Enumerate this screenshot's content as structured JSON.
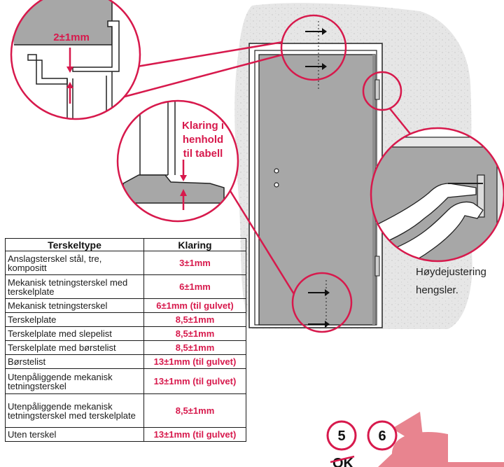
{
  "callouts": {
    "gap_top": "2±1mm",
    "clearance_line1": "Klaring i",
    "clearance_line2": "henhold",
    "clearance_line3": "til tabell"
  },
  "caption": {
    "line1": "Høydejustering",
    "line2": "hengsler."
  },
  "table": {
    "headers": [
      "Terskeltype",
      "Klaring"
    ],
    "rows": [
      {
        "type": "Anslagsterskel stål, tre, kompositt",
        "clearance": "3±1mm"
      },
      {
        "type": "Mekanisk tetningsterskel med terskelplate",
        "clearance": "6±1mm"
      },
      {
        "type": "Mekanisk tetningsterskel",
        "clearance": "6±1mm (til gulvet)"
      },
      {
        "type": "Terskelplate",
        "clearance": "8,5±1mm"
      },
      {
        "type": "Terskelplate med slepelist",
        "clearance": "8,5±1mm"
      },
      {
        "type": "Terskelplate med børstelist",
        "clearance": "8,5±1mm"
      },
      {
        "type": "Børstelist",
        "clearance": "13±1mm (til gulvet)"
      },
      {
        "type": "Utenpåliggende mekanisk tetningsterskel",
        "clearance": "13±1mm (til gulvet)"
      },
      {
        "type": "Utenpåliggende mekanisk tetningsterskel med terskelplate",
        "clearance": "8,5±1mm"
      },
      {
        "type": "Uten terskel",
        "clearance": "13±1mm (til gulvet)"
      }
    ]
  },
  "steps": {
    "step_a": "5",
    "step_b": "6",
    "ok_label": "OK"
  },
  "colors": {
    "accent": "#d7194c",
    "arrow_pink": "#e8848f",
    "door_gray": "#a7a7a7",
    "wall_gray": "#e4e4e4"
  }
}
